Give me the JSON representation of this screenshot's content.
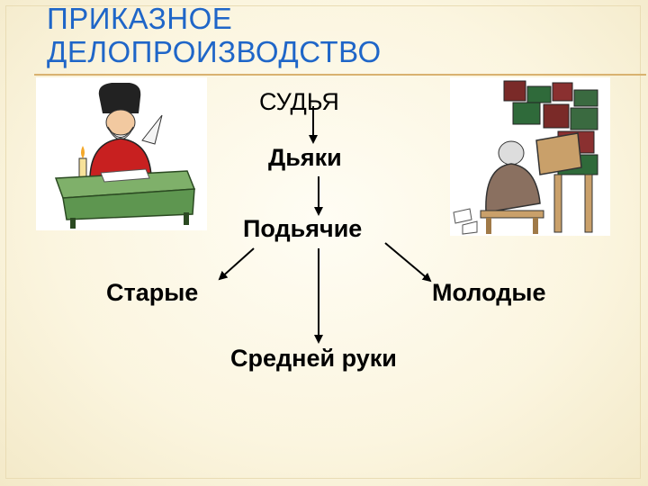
{
  "slide": {
    "title_line1": "ПРИКАЗНОЕ",
    "title_line2": "ДЕЛОПРОИЗВОДСТВО"
  },
  "hierarchy": {
    "top": "СУДЬЯ",
    "level1": "Дьяки",
    "level2": "Подьячие",
    "level3_left": "Старые",
    "level3_right": "Молодые",
    "level3_bottom": "Средней руки"
  },
  "images": {
    "left": "clerk-at-desk-illustration",
    "right": "scribe-with-books-illustration"
  },
  "colors": {
    "title": "#1f66c8",
    "rule": "#d9b270",
    "text": "#000000",
    "background": "#fbf5df"
  }
}
